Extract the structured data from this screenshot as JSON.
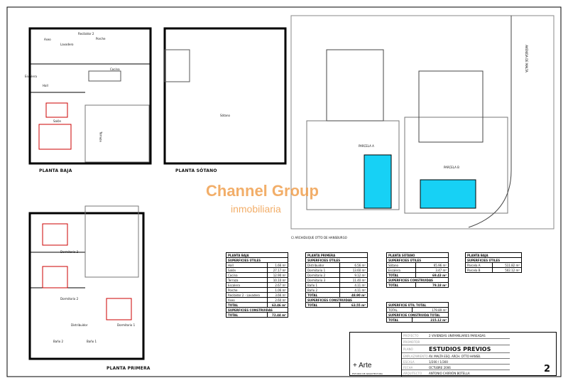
{
  "watermark": {
    "brand": "Channel Group",
    "sub": "inmobiliaria"
  },
  "plans": {
    "ground": "PLANTA BAJA",
    "basement": "PLANTA SÓTANO",
    "first": "PLANTA PRIMERA",
    "street": "C/ ARCHIDUQUE OTTO DE HANSBURGO",
    "avenue": "AVENIDA DE MALTA",
    "parcel_a": "PARCELA A",
    "parcel_b": "PARCELA B"
  },
  "rooms": {
    "aseo": "Aseo",
    "recibidor": "Recibidor 2",
    "lavadero": "Lavadero",
    "porche": "Porche",
    "escalera": "Escalera",
    "hall": "Hall",
    "cocina": "Cocina",
    "salon": "Salón",
    "terraza": "Terraza",
    "sotano": "Sótano",
    "dorm1": "Dormitorio 1",
    "dorm2": "Dormitorio 2",
    "dorm3": "Dormitorio 3",
    "distribuidor": "Distribuidor",
    "bano1": "Baño 1",
    "bano2": "Baño 2"
  },
  "tables": [
    {
      "title": "PLANTA BAJA",
      "sub": "SUPERFICIES ÚTILES",
      "rows": [
        [
          "Hall",
          "1.66 m²"
        ],
        [
          "Salón",
          "27.17 m²"
        ],
        [
          "Cocina",
          "12.90 m²"
        ],
        [
          "Terraza",
          "10.10 m²"
        ],
        [
          "Escalera",
          "2.67 m²"
        ],
        [
          "Porche",
          "1.06 m²"
        ],
        [
          "Recibidor 2 - Lavadero",
          "3.66 m²"
        ],
        [
          "Aseo",
          "2.60 m²"
        ]
      ],
      "total": [
        "TOTAL",
        "63.46 m²"
      ],
      "sub2": "SUPERFICIES CONSTRUIDAS",
      "total2": [
        "TOTAL",
        "72.44 m²"
      ]
    },
    {
      "title": "PLANTA PRIMERA",
      "sub": "SUPERFICIES ÚTILES",
      "rows": [
        [
          "Distribuidor",
          "6.56 m²"
        ],
        [
          "Dormitorio 1",
          "13.60 m²"
        ],
        [
          "Dormitorio 2",
          "9.12 m²"
        ],
        [
          "Dormitorio 3",
          "11.40 m²"
        ],
        [
          "Baño 1",
          "4.11 m²"
        ],
        [
          "Baño 2",
          "4.11 m²"
        ]
      ],
      "total": [
        "TOTAL",
        "48.90 m²"
      ],
      "sub2": "SUPERFICIES CONSTRUIDAS",
      "total2": [
        "TOTAL",
        "63.55 m²"
      ]
    },
    {
      "title": "PLANTA SÓTANO",
      "sub": "SUPERFICIES ÚTILES",
      "rows": [
        [
          "Sótano",
          "65.96 m²"
        ],
        [
          "Escalera",
          "3.47 m²"
        ]
      ],
      "total": [
        "TOTAL",
        "69.43 m²"
      ],
      "sub2": "SUPERFICIES CONSTRUIDAS",
      "total2": [
        "TOTAL",
        "79.18 m²"
      ]
    },
    {
      "title": "PLANTA BAJA",
      "sub": "SUPERFICIES ÚTILES",
      "rows": [
        [
          "Parcela A",
          "511.82 m²"
        ],
        [
          "Parcela B",
          "502.12 m²"
        ]
      ]
    },
    {
      "title": "SUPERFICIE ÚTIL TOTAL",
      "rows": [
        [
          "TOTAL",
          "179.89 m²"
        ]
      ],
      "sub2": "SUPERFICIE CONSTRUIDA TOTAL",
      "total2": [
        "TOTAL",
        "215.12 m²"
      ]
    }
  ],
  "titleblock": {
    "logo": "+ Arte",
    "logo_sub": "ESTUDIO DE ARQUITECTURA",
    "rows": [
      [
        "PROYECTO",
        "2 VIVIENDAS UNIFAMILIARES PAREADAS"
      ],
      [
        "PROMOTOR",
        ""
      ],
      [
        "PLANO",
        "ESTUDIOS PREVIOS"
      ],
      [
        "EMPLAZAMIENTO",
        "AV. MALTA ESQ. ARCH. OTTO HANSB."
      ],
      [
        "ESCALA",
        "1/200 / 1/300"
      ],
      [
        "FECHA",
        "OCTUBRE 2006"
      ],
      [
        "ARQUITECTO",
        "ANTONIO CARRIÓN BOTELLA"
      ]
    ],
    "sheet": "2"
  }
}
